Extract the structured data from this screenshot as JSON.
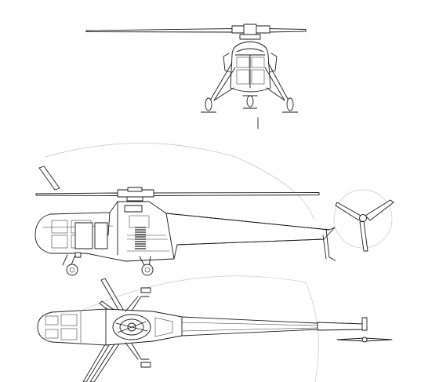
{
  "drawing": {
    "subject": "three-view-line-drawing",
    "views": [
      "front-view",
      "side-view",
      "top-view"
    ]
  },
  "colors": {
    "line": "#1a1a1a",
    "arc": "#c8c8c8",
    "background": "#ffffff"
  }
}
